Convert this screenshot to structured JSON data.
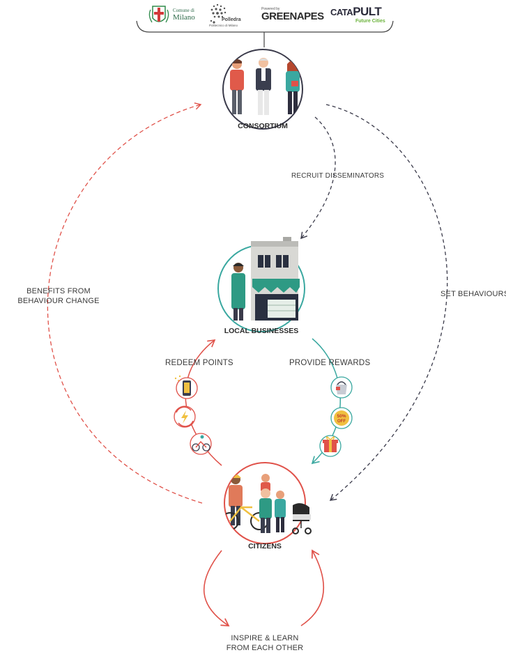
{
  "header": {
    "logos": {
      "comune": {
        "line1": "Comune di",
        "line2": "Milano"
      },
      "polledra": {
        "name": "Polledra",
        "sub": "Politecnico di Milano"
      },
      "greenapes": {
        "powered": "Powered by",
        "name": "GREENAPES"
      },
      "catapult": {
        "name_a": "CATA",
        "name_b": "PULT",
        "sub": "Future Cities"
      }
    }
  },
  "nodes": {
    "consortium": "CONSORTIUM",
    "local_businesses": "LOCAL BUSINESSES",
    "citizens": "CITIZENS"
  },
  "edges": {
    "recruit": "RECRUIT DISSEMINATORS",
    "benefits_line1": "BENEFITS FROM",
    "benefits_line2": "BEHAVIOUR CHANGE",
    "set_behaviours": "SET BEHAVIOURS",
    "redeem": "REDEEM POINTS",
    "provide": "PROVIDE REWARDS",
    "inspire_line1": "INSPIRE & LEARN",
    "inspire_line2": "FROM EACH OTHER"
  },
  "icons": {
    "discount": "50% OFF"
  },
  "colors": {
    "red": "#e0524a",
    "teal": "#3aa8a0",
    "dark": "#3a3a4a",
    "navy": "#34344a",
    "green": "#2e9a84"
  }
}
